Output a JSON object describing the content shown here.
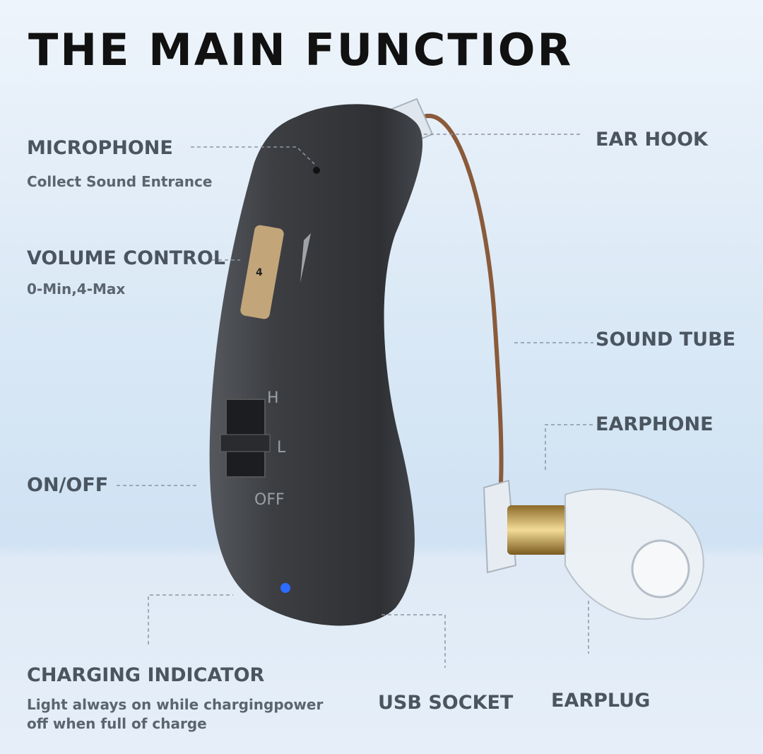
{
  "title": "THE MAIN FUNCTIOR",
  "labels": {
    "microphone": {
      "title": "MICROPHONE",
      "desc": "Collect Sound Entrance"
    },
    "volume_control": {
      "title": "VOLUME CONTROL",
      "desc": "0-Min,4-Max"
    },
    "on_off": {
      "title": "ON/OFF"
    },
    "charging_indicator": {
      "title": "CHARGING INDICATOR",
      "desc": "Light always on while chargingpower off when full of charge"
    },
    "ear_hook": {
      "title": "EAR HOOK"
    },
    "sound_tube": {
      "title": "SOUND TUBE"
    },
    "earphone": {
      "title": "EARPHONE"
    },
    "usb_socket": {
      "title": "USB SOCKET"
    },
    "earplug": {
      "title": "EARPLUG"
    }
  },
  "device_marks": {
    "wheel_number": "4",
    "switch_h": "H",
    "switch_l": "L",
    "switch_off": "OFF"
  },
  "colors": {
    "body": "#3a3c40",
    "led": "#2d6bff",
    "tube": "#8a5a3a",
    "gold": "#c9a24a"
  }
}
